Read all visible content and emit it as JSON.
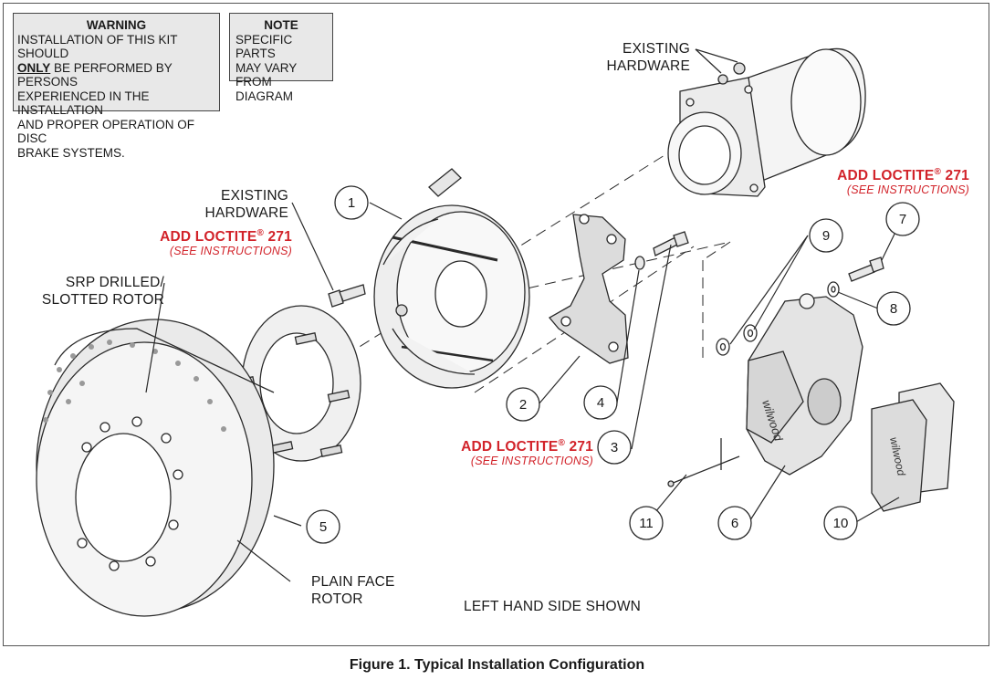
{
  "warning": {
    "title": "WARNING",
    "line1": "INSTALLATION OF THIS KIT SHOULD",
    "only": "ONLY",
    "line2_rest": " BE PERFORMED BY PERSONS",
    "line3": "EXPERIENCED IN THE INSTALLATION",
    "line4": "AND PROPER OPERATION OF DISC",
    "line5": "BRAKE SYSTEMS."
  },
  "note": {
    "title": "NOTE",
    "line1": "SPECIFIC PARTS",
    "line2": "MAY VARY FROM",
    "line3": "DIAGRAM"
  },
  "labels": {
    "existing_hardware_top_1": "EXISTING",
    "existing_hardware_top_2": "HARDWARE",
    "existing_hardware_left_1": "EXISTING",
    "existing_hardware_left_2": "HARDWARE",
    "srp_1": "SRP DRILLED/",
    "srp_2": "SLOTTED ROTOR",
    "plain_1": "PLAIN FACE",
    "plain_2": "ROTOR",
    "left_hand": "LEFT HAND SIDE SHOWN"
  },
  "loctite": {
    "text": "ADD LOCTITE",
    "reg": "®",
    "num": " 271",
    "sub": "(SEE INSTRUCTIONS)"
  },
  "callouts": [
    "1",
    "2",
    "3",
    "4",
    "5",
    "6",
    "7",
    "8",
    "9",
    "10",
    "11"
  ],
  "caption": "Figure 1.  Typical Installation Configuration",
  "colors": {
    "red": "#d2232a",
    "line": "#2a2a2a",
    "part_fill": "#f0f0f0",
    "box_fill": "#e8e8e8"
  }
}
